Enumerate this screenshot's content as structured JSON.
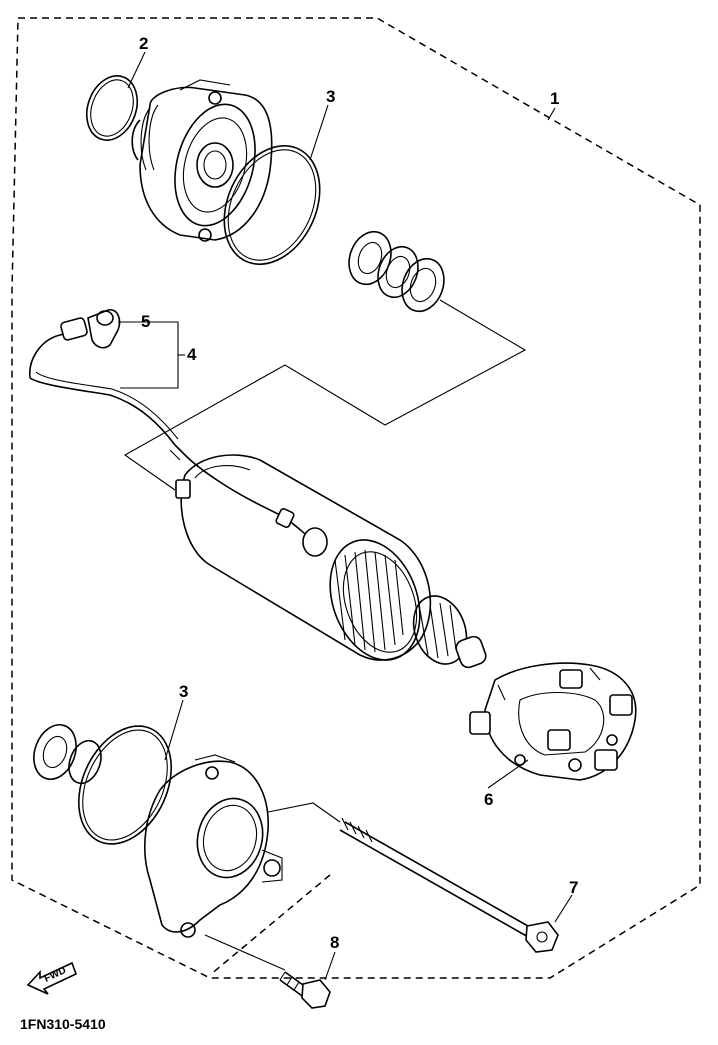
{
  "diagram": {
    "drawing_code": "1FN310-5410",
    "fwd_label": "FWD",
    "callouts": {
      "assembly": "1",
      "o_ring_top": "2",
      "gasket_top": "3",
      "lead_assembly": "4",
      "lead_cap": "5",
      "gasket_bottom": "3",
      "brush_holder": "6",
      "through_bolt": "7",
      "mount_bolt": "8"
    },
    "icons": [
      "fwd-arrow-icon"
    ]
  }
}
